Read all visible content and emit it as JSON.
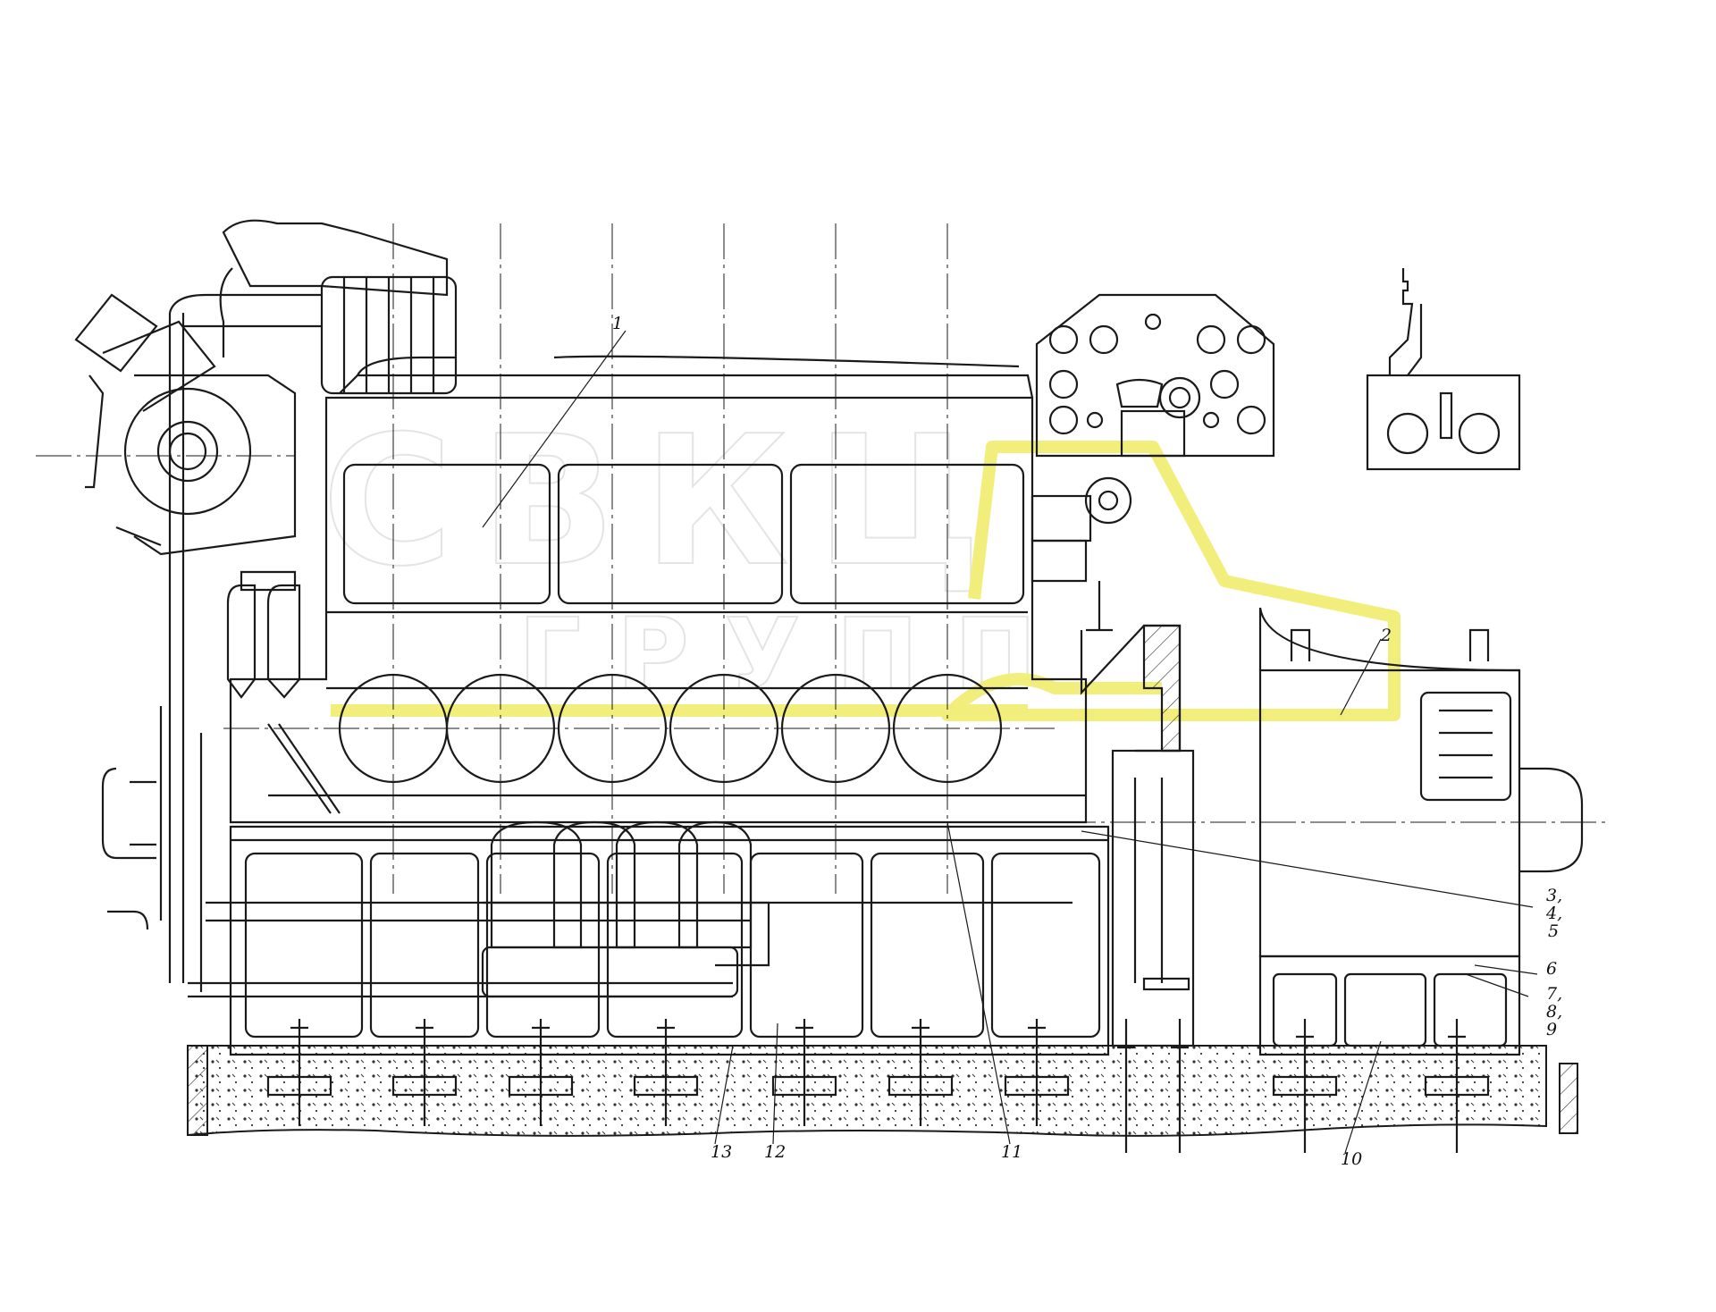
{
  "watermark": {
    "brand": "СВКЦ",
    "subtitle": "ГРУПП",
    "accent_color": "#f2ee7c"
  },
  "callouts": [
    {
      "id": "1",
      "label": "1"
    },
    {
      "id": "2",
      "label": "2"
    },
    {
      "id": "3",
      "label": "3,"
    },
    {
      "id": "4",
      "label": "4,"
    },
    {
      "id": "5",
      "label": "5"
    },
    {
      "id": "6",
      "label": "6"
    },
    {
      "id": "7",
      "label": "7,"
    },
    {
      "id": "8",
      "label": "8,"
    },
    {
      "id": "9",
      "label": "9"
    },
    {
      "id": "10",
      "label": "10"
    },
    {
      "id": "11",
      "label": "11"
    },
    {
      "id": "12",
      "label": "12"
    },
    {
      "id": "13",
      "label": "13"
    }
  ],
  "colors": {
    "line": "#1a1a1a",
    "background": "#ffffff",
    "foundation_hatch": "#333333"
  }
}
